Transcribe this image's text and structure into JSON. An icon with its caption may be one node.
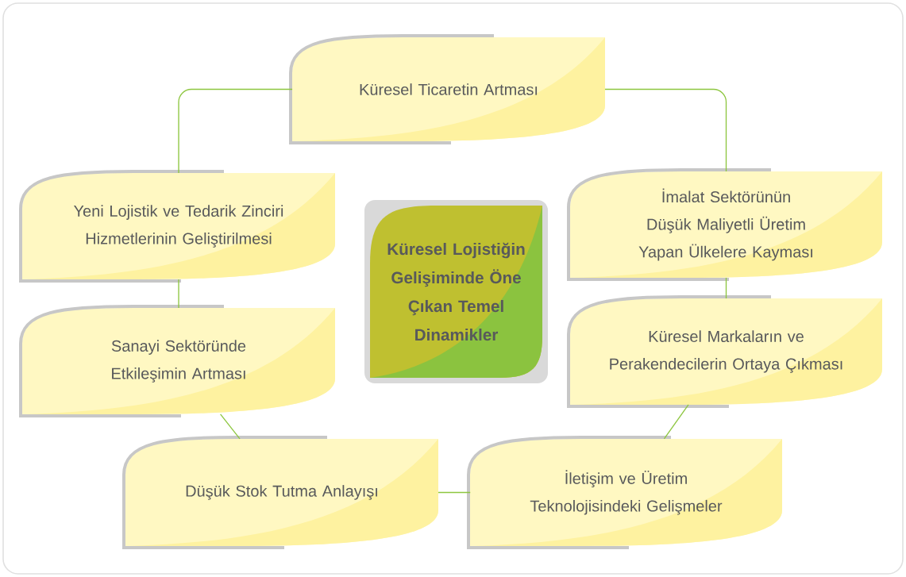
{
  "diagram": {
    "nodes": [
      {
        "text": [
          "Küresel Ticaretin Artması"
        ]
      },
      {
        "text": [
          "Yeni Lojistik ve Tedarik Zinciri Hizmetlerinin Geliştirilmesi"
        ]
      },
      {
        "text": [
          "İmalat Sektörünün Düşük Maliyetli Üretim Yapan Ülkelere Kayması"
        ]
      },
      {
        "text": [
          "Küresel Lojistiğin Gelişiminde Öne Çıkan Temel Dinamikler"
        ]
      },
      {
        "text": [
          "Sanayi Sektöründe Etkileşimin Artması"
        ]
      },
      {
        "text": [
          "Küresel Markaların ve Perakendecilerin Ortaya Çıkması"
        ]
      },
      {
        "text": [
          "Düşük Stok Tutma Anlayışı"
        ]
      },
      {
        "text": [
          "İletişim ve Üretim Teknolojisindeki Gelişmeler"
        ]
      }
    ],
    "edges": [
      {
        "from": 0,
        "to": 1,
        "arrow": "none"
      },
      {
        "from": 0,
        "to": 2,
        "arrow": "none"
      },
      {
        "from": 1,
        "to": 4,
        "arrow": "none"
      },
      {
        "from": 4,
        "to": 6,
        "arrow": "none"
      },
      {
        "from": 2,
        "to": 5,
        "arrow": "none"
      },
      {
        "from": 5,
        "to": 7,
        "arrow": "none"
      },
      {
        "from": 6,
        "to": 7,
        "arrow": "none"
      }
    ]
  }
}
